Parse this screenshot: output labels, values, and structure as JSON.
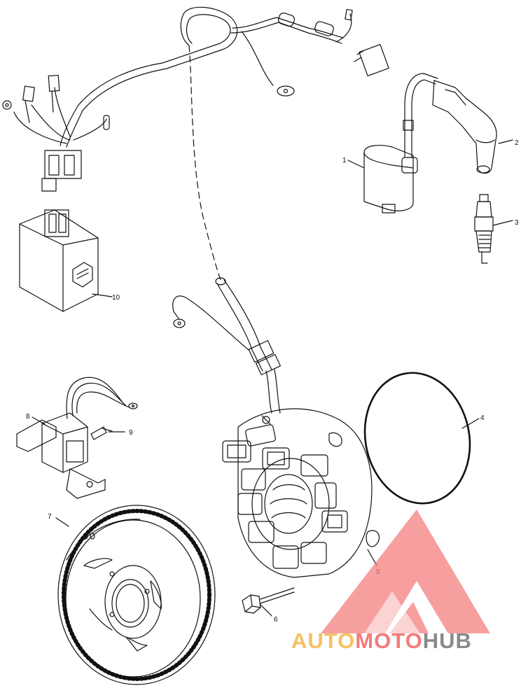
{
  "callouts": {
    "c1": "1",
    "c2": "2",
    "c3": "3",
    "c4": "4",
    "c5": "5",
    "c6": "6",
    "c7": "7",
    "c8": "8",
    "c9": "9",
    "c10": "10"
  },
  "watermark": {
    "part1": "AUTO",
    "part2": "MOTO",
    "part3": "HUB",
    "colors": {
      "auto": "#f6c063",
      "moto": "#f47b7b",
      "hub": "#8a8a8a",
      "logo": "#f47b7b"
    }
  }
}
